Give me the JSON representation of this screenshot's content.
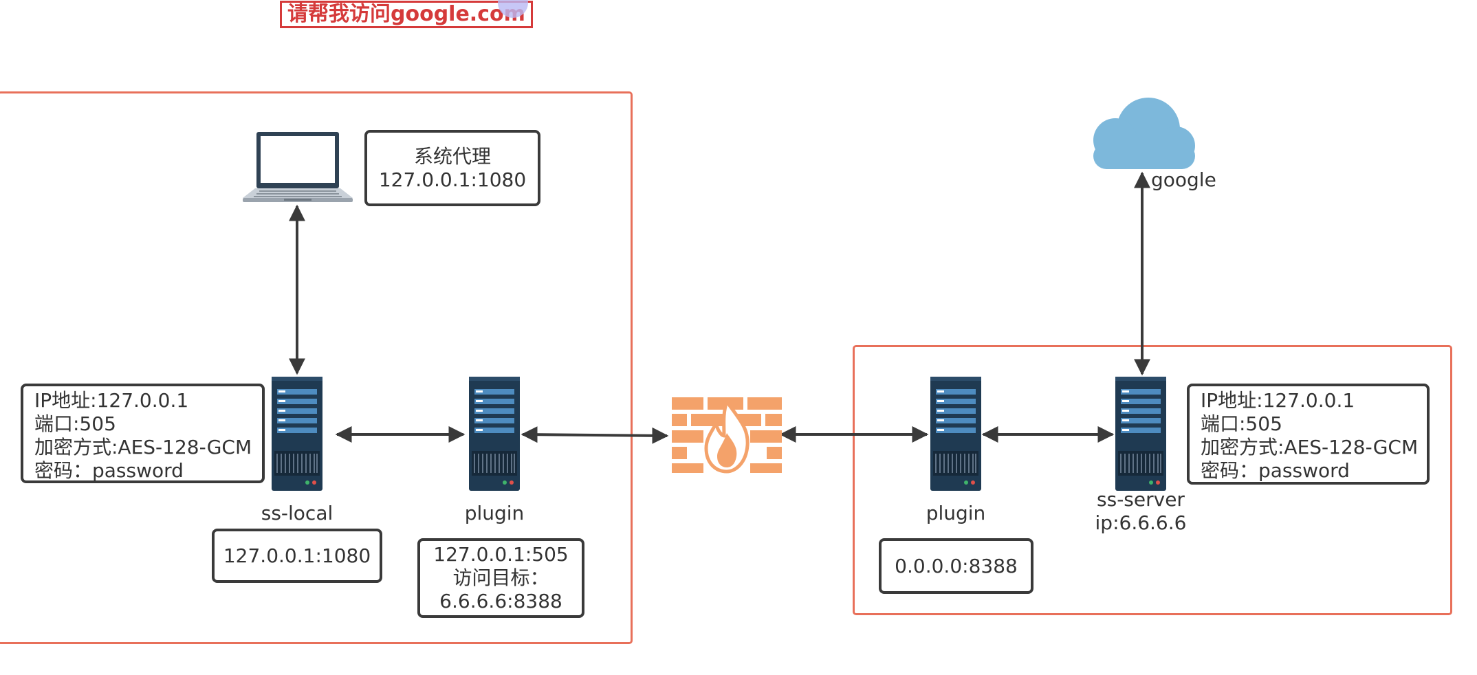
{
  "title": "请帮我访问google.com",
  "left_group": {
    "proxy_note": [
      "系统代理",
      "127.0.0.1:1080"
    ],
    "local_info": [
      "IP地址:127.0.0.1",
      "端口:505",
      "加密方式:AES-128-GCM",
      "密码：password"
    ],
    "ss_local_label": "ss-local",
    "ss_local_addr": "127.0.0.1:1080",
    "plugin_label": "plugin",
    "plugin_note": [
      "127.0.0.1:505",
      "访问目标：",
      "6.6.6.6:8388"
    ]
  },
  "right_group": {
    "plugin_label": "plugin",
    "plugin_addr": "0.0.0.0:8388",
    "ss_server_label": [
      "ss-server",
      "ip:6.6.6.6"
    ],
    "server_info": [
      "IP地址:127.0.0.1",
      "端口:505",
      "加密方式:AES-128-GCM",
      "密码：password"
    ]
  },
  "cloud_label": "google",
  "colors": {
    "group_border": "#e8705a",
    "note_border": "#3a3a3a",
    "server_body": "#1f3a52",
    "firewall": "#f4a26a",
    "cloud": "#7db8db",
    "title_red": "#d53a3a"
  }
}
